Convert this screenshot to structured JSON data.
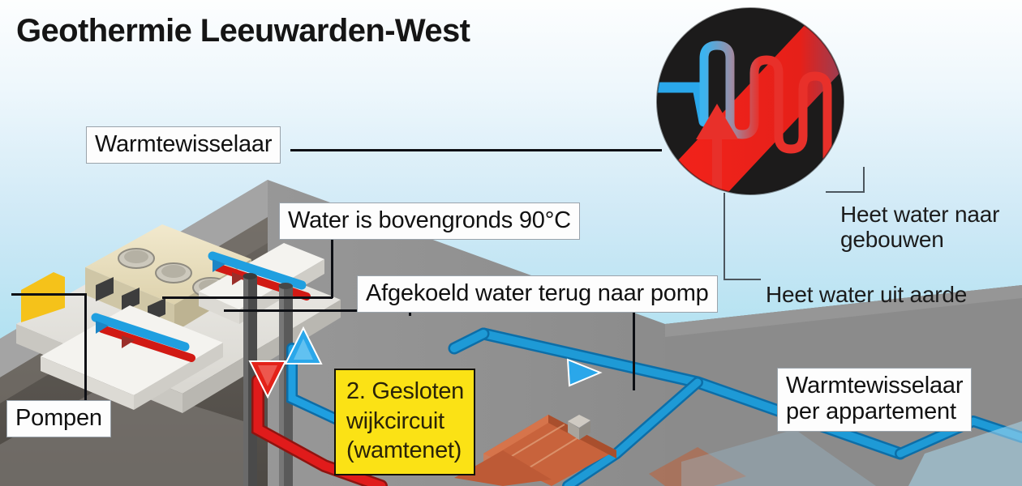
{
  "title": "Geothermie Leeuwarden-West",
  "colors": {
    "sky_top": "#fdfefe",
    "sky_bottom": "#a3d4ea",
    "ground": "#8e8e8e",
    "ground_dark": "#6d6a66",
    "soil": "#55504b",
    "hot_pipe": "#e01b1b",
    "cold_pipe": "#1f9fe0",
    "district_pipe": "#1e9ad6",
    "highlight_box": "#fbe215",
    "box_border": "#9aa3ab",
    "leader_line": "#0d0f14",
    "building_cream": "#ece3c8",
    "roof": "#c8633c",
    "circle_inset": "#1c1b1b"
  },
  "labels": {
    "heat_exchanger": "Warmtewisselaar",
    "water_above_ground": "Water is bovengronds 90°C",
    "cooled_water_return": "Afgekoeld water terug naar pomp",
    "pumps": "Pompen",
    "hot_water_to_buildings_line1": "Heet water naar",
    "hot_water_to_buildings_line2": "gebouwen",
    "hot_water_from_earth": "Heet water uit aarde",
    "exchanger_per_apartment_line1": "Warmtewisselaar",
    "exchanger_per_apartment_line2": "per appartement",
    "closed_circuit_line1": "2. Gesloten",
    "closed_circuit_line2": "wijkcircuit",
    "closed_circuit_line3": "(wamtenet)"
  },
  "diagram": {
    "inset_title": "heat-exchanger-closeup",
    "arrows": [
      {
        "name": "cold-return-up-arrow",
        "direction": "up",
        "color": "#1f9fe0"
      },
      {
        "name": "hot-supply-down-arrow",
        "direction": "down",
        "color": "#e01b1b"
      },
      {
        "name": "district-flow-arrow",
        "direction": "left",
        "color": "#1e9ad6"
      },
      {
        "name": "inset-hot-water-arrow",
        "direction": "up",
        "color": "#e01b1b"
      }
    ]
  }
}
